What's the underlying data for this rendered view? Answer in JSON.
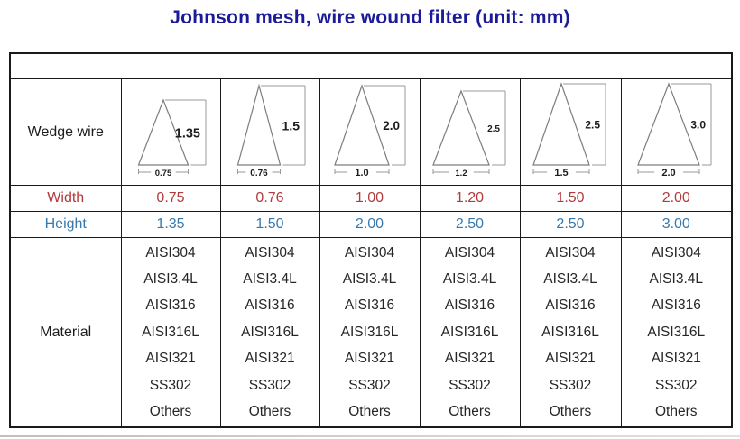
{
  "title": "Johnson mesh, wire wound filter (unit: mm)",
  "colors": {
    "title_text": "#1b1b99",
    "width_text": "#b23a3c",
    "height_text": "#3879ad",
    "table_border": "#1a1a1a",
    "diagram_line": "#9a9a9a",
    "diagram_triangle": "#7d7d7d",
    "diagram_label": "#1c1c1c"
  },
  "table": {
    "row_labels": {
      "wedge_wire": "Wedge wire",
      "width": "Width",
      "height": "Height",
      "material": "Material"
    },
    "columns": [
      {
        "diagram": {
          "height_label": "1.35",
          "width_label": "0.75"
        },
        "width": "0.75",
        "height": "1.35"
      },
      {
        "diagram": {
          "height_label": "1.5",
          "width_label": "0.76"
        },
        "width": "0.76",
        "height": "1.50"
      },
      {
        "diagram": {
          "height_label": "2.0",
          "width_label": "1.0"
        },
        "width": "1.00",
        "height": "2.00"
      },
      {
        "diagram": {
          "height_label": "2.5",
          "width_label": "1.2"
        },
        "width": "1.20",
        "height": "2.50"
      },
      {
        "diagram": {
          "height_label": "2.5",
          "width_label": "1.5"
        },
        "width": "1.50",
        "height": "2.50"
      },
      {
        "diagram": {
          "height_label": "3.0",
          "width_label": "2.0"
        },
        "width": "2.00",
        "height": "3.00"
      }
    ],
    "material_options": [
      "AISI304",
      "AISI3.4L",
      "AISI316",
      "AISI316L",
      "AISI321",
      "SS302",
      "Others"
    ]
  }
}
